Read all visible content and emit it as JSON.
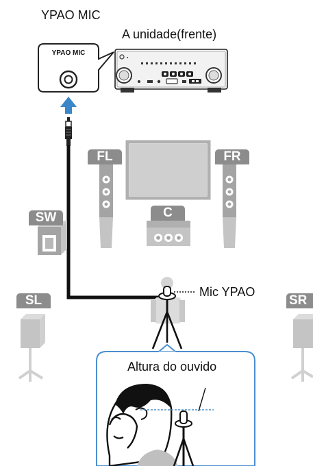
{
  "labels": {
    "ypao_mic_title": "YPAO MIC",
    "unit_front": "A unidade(frente)",
    "jack_label": "YPAO MIC",
    "mic_ypao": "Mic YPAO",
    "ear_height": "Altura do ouvido"
  },
  "speakers": {
    "fl": "FL",
    "fr": "FR",
    "c": "C",
    "sw": "SW",
    "sl": "SL",
    "sr": "SR"
  },
  "colors": {
    "speaker_gray": "#8c8c8c",
    "light_gray": "#d2d2d2",
    "arrow_blue": "#3a86c8",
    "callout_blue": "#4a8fd0",
    "cable": "#111111"
  }
}
